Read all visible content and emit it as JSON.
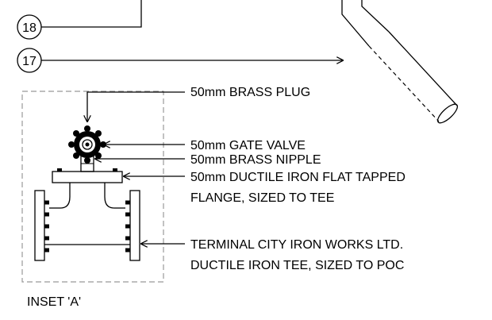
{
  "callouts": [
    {
      "id": "18"
    },
    {
      "id": "17"
    }
  ],
  "labels": {
    "brass_plug": "50mm BRASS PLUG",
    "gate_valve": "50mm GATE VALVE",
    "brass_nipple": "50mm BRASS NIPPLE",
    "flange_line1": "50mm DUCTILE IRON FLAT TAPPED",
    "flange_line2": "FLANGE, SIZED TO TEE",
    "tee_line1": "TERMINAL CITY IRON WORKS LTD.",
    "tee_line2": "DUCTILE IRON TEE, SIZED TO POC",
    "inset": "INSET 'A'"
  },
  "colors": {
    "line": "#000000",
    "inset_border": "#999999",
    "background": "#ffffff"
  }
}
